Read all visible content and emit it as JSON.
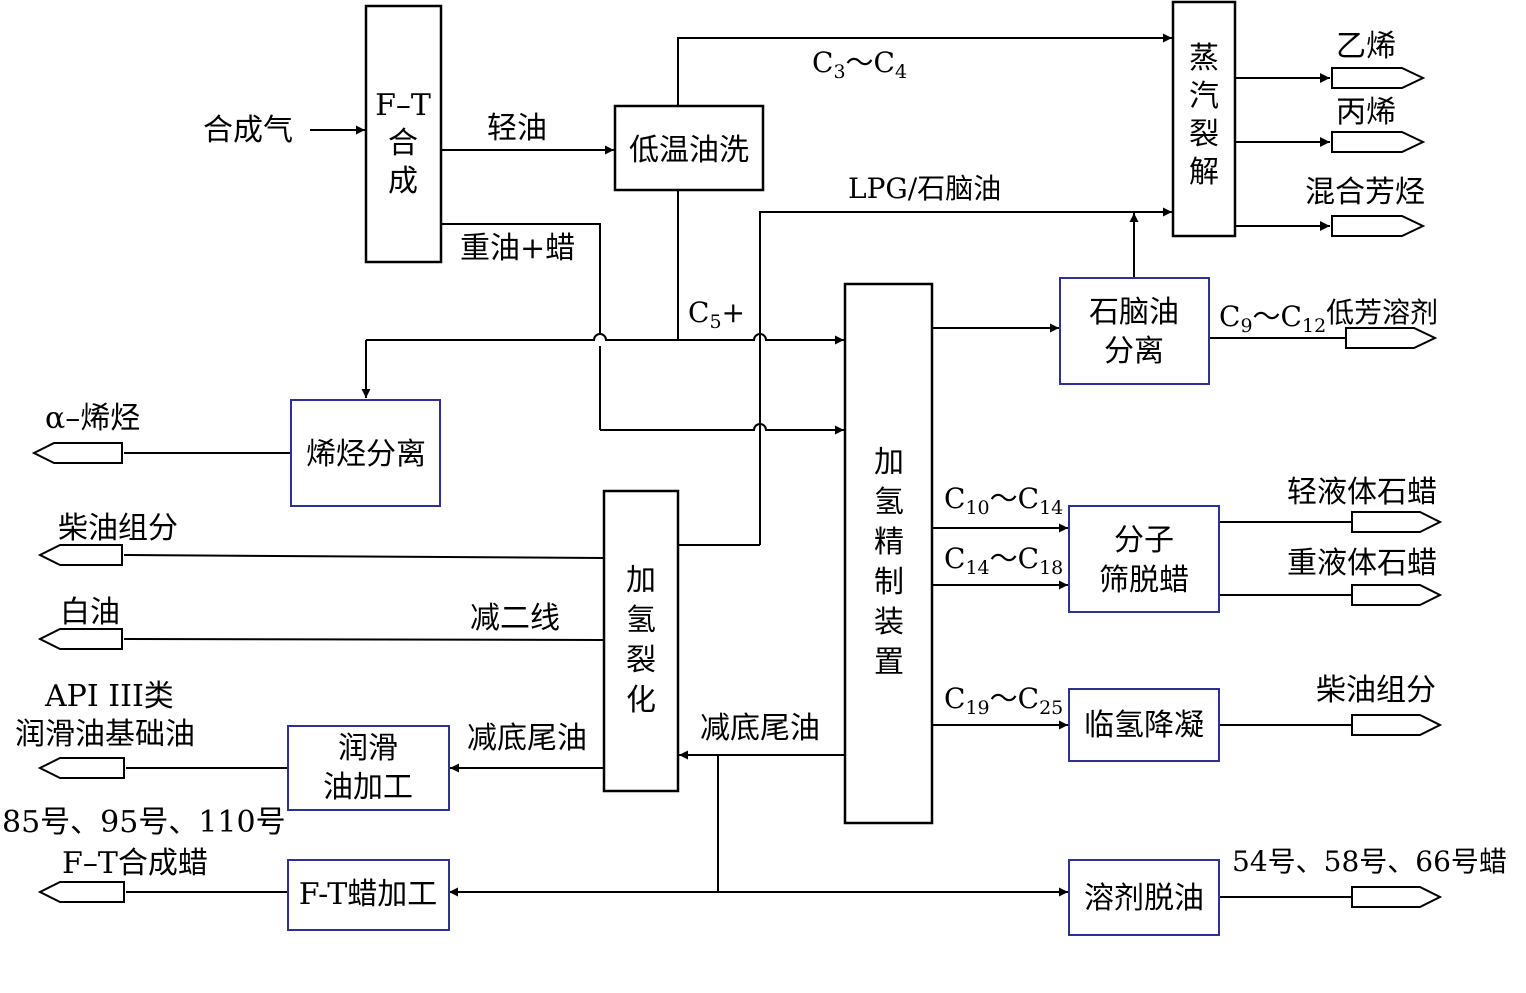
{
  "inputs": {
    "syngas": "合成气"
  },
  "boxes": {
    "ft_synthesis": [
      "F–T",
      "合",
      "成"
    ],
    "low_temp_wash": "低温油洗",
    "steam_cracking": [
      "蒸",
      "汽",
      "裂",
      "解"
    ],
    "naphtha_separation": [
      "石脑油",
      "分离"
    ],
    "olefin_separation": "烯烃分离",
    "hydrofining": [
      "加",
      "氢",
      "精",
      "制",
      "装",
      "置"
    ],
    "hydrocracking": [
      "加",
      "氢",
      "裂",
      "化"
    ],
    "molecular_sieve_dewax": [
      "分子",
      "筛脱蜡"
    ],
    "hydro_pour_point": "临氢降凝",
    "lube_processing": [
      "润滑",
      "油加工"
    ],
    "ft_wax_processing": "F-T蜡加工",
    "solvent_deoiling": "溶剂脱油"
  },
  "streams": {
    "light_oil": "轻油",
    "heavy_oil_wax": "重油+蜡",
    "c3_c4": {
      "a": "C",
      "a_sub": "3",
      "tilde": "～",
      "b": "C",
      "b_sub": "4"
    },
    "lpg_naphtha": "LPG/石脑油",
    "c5_plus": {
      "base": "C",
      "sub": "5",
      "suffix": "+"
    },
    "vgo2": "减二线",
    "vac_bottoms_1": "减底尾油",
    "vac_bottoms_2": "减底尾油",
    "c10_c14": {
      "a": "C",
      "a_sub": "10",
      "tilde": "～",
      "b": "C",
      "b_sub": "14"
    },
    "c14_c18": {
      "a": "C",
      "a_sub": "14",
      "tilde": "～",
      "b": "C",
      "b_sub": "18"
    },
    "c19_c25": {
      "a": "C",
      "a_sub": "19",
      "tilde": "～",
      "b": "C",
      "b_sub": "25"
    }
  },
  "products": {
    "ethylene": "乙烯",
    "propylene": "丙烯",
    "mixed_aromatics": "混合芳烃",
    "low_aromatic_solvent": {
      "a": "C",
      "a_sub": "9",
      "tilde": "～",
      "b": "C",
      "b_sub": "12",
      "name": "低芳溶剂"
    },
    "alpha_olefin": "α–烯烃",
    "diesel_left": "柴油组分",
    "white_oil": "白油",
    "lube_base_oil_line1": "API III类",
    "lube_base_oil_line2": "润滑油基础油",
    "lube_grades": "85号、95号、110号",
    "ft_synthetic_wax": "F–T合成蜡",
    "light_liquid_paraffin": "轻液体石蜡",
    "heavy_liquid_paraffin": "重液体石蜡",
    "diesel_right": "柴油组分",
    "wax_grades": "54号、58号、66号蜡"
  }
}
